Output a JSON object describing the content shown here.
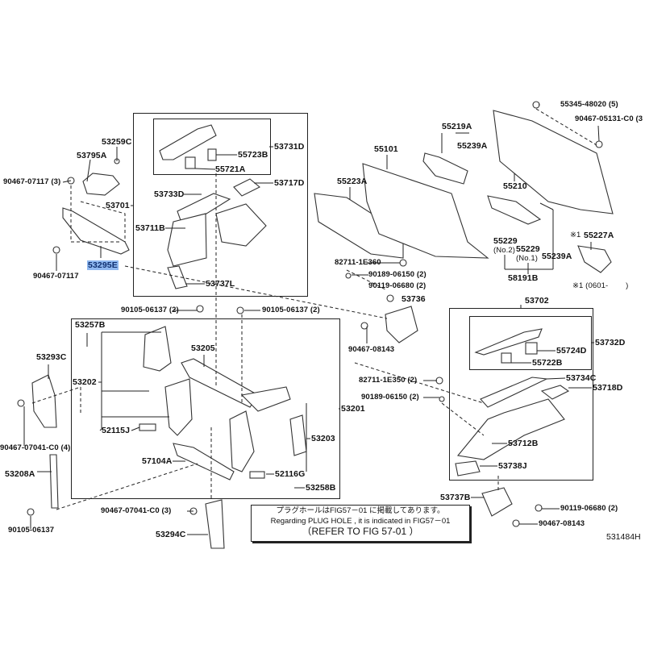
{
  "labels": {
    "p53259C": "53259C",
    "p53795A": "53795A",
    "p90467_07117_3": "90467-07117 (3)",
    "p53701": "53701",
    "p53295E": "53295E",
    "p90467_07117": "90467-07117",
    "p53731D": "53731D",
    "p55723B": "55723B",
    "p55721A": "55721A",
    "p53717D": "53717D",
    "p53733D": "53733D",
    "p53711B": "53711B",
    "p53737L": "53737L",
    "p55101": "55101",
    "p55223A": "55223A",
    "p55219A": "55219A",
    "p55239A_1": "55239A",
    "p55345": "55345-48020 (5)",
    "p90467_05131": "90467-05131-C0 (3",
    "p55210": "55210",
    "p55229_no2": "55229",
    "p55229_no2_sub": "(No.2)",
    "p55229_no1": "55229",
    "p55229_no1_sub": "(No.1)",
    "p55239A_2": "55239A",
    "p55227A_mark": "※1",
    "p55227A": "55227A",
    "p58191B": "58191B",
    "p_footnote": "※1 (0601-　　 )",
    "p82711_1E360": "82711-1E360",
    "p90189_06150_a": "90189-06150 (2)",
    "p90119_06680_a": "90119-06680 (2)",
    "p53736": "53736",
    "p53702": "53702",
    "p90467_08143_a": "90467-08143",
    "p90105_06137_2a": "90105-06137 (2)",
    "p90105_06137_2b": "90105-06137 (2)",
    "p53257B": "53257B",
    "p53205": "53205",
    "p53293C": "53293C",
    "p53202": "53202",
    "p52115J": "52115J",
    "p90467_07041_4": "90467-07041-C0 (4)",
    "p53203": "53203",
    "p57104A": "57104A",
    "p53208A": "53208A",
    "p52116G": "52116G",
    "p53258B": "53258B",
    "p53201": "53201",
    "p90467_07041_3": "90467-07041-C0 (3)",
    "p90105_06137": "90105-06137",
    "p53294C": "53294C",
    "p53732D": "53732D",
    "p55724D": "55724D",
    "p55722B": "55722B",
    "p82711_1E350": "82711-1E350 (2)",
    "p90189_06150_b": "90189-06150 (2)",
    "p53734C": "53734C",
    "p53718D": "53718D",
    "p53712B": "53712B",
    "p53738J": "53738J",
    "p53737B": "53737B",
    "p90119_06680_b": "90119-06680 (2)",
    "p90467_08143_b": "90467-08143"
  },
  "note": {
    "line1": "プラグホールはFIG57－01 に掲載してあります。",
    "line2": "Regarding  PLUG HOLE , it is indicated in FIG57－01",
    "line3": "（REFER TO FIG  57-01 ）"
  },
  "illustration_code": "531484H",
  "highlight_color": "#8fb8f0"
}
